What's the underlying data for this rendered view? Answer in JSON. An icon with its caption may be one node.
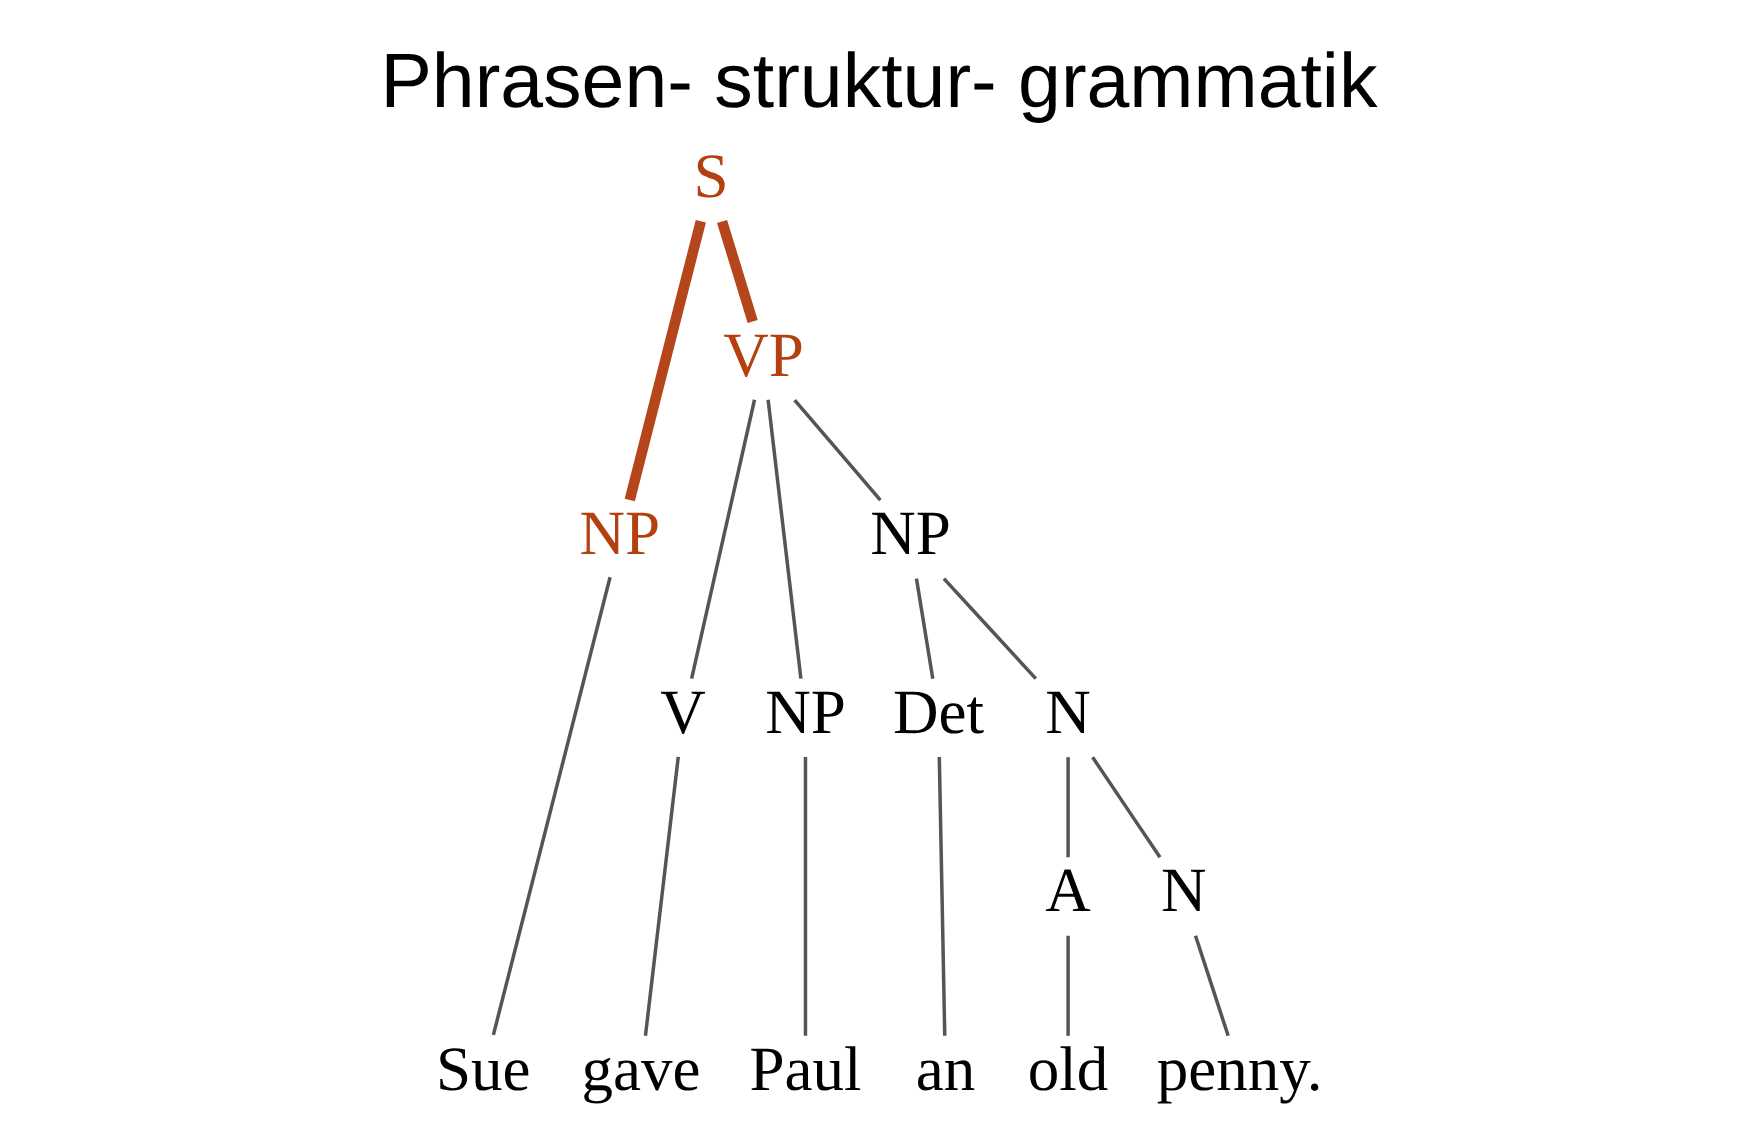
{
  "diagram": {
    "title": "Phrasen- struktur- grammatik",
    "nodes": [
      {
        "text": [
          "S"
        ]
      },
      {
        "text": [
          "VP"
        ]
      },
      {
        "text": [
          "NP"
        ]
      },
      {
        "text": [
          "NP"
        ]
      },
      {
        "text": [
          "V"
        ]
      },
      {
        "text": [
          "NP"
        ]
      },
      {
        "text": [
          "Det"
        ]
      },
      {
        "text": [
          "N"
        ]
      },
      {
        "text": [
          "A"
        ]
      },
      {
        "text": [
          "N"
        ]
      },
      {
        "text": [
          "Sue"
        ]
      },
      {
        "text": [
          "gave"
        ]
      },
      {
        "text": [
          "Paul"
        ]
      },
      {
        "text": [
          "an"
        ]
      },
      {
        "text": [
          "old"
        ]
      },
      {
        "text": [
          "penny."
        ]
      }
    ],
    "edges": [
      {
        "from": 0,
        "to": 2,
        "arrow": "none",
        "style": "thick",
        "color": "#b5451b"
      },
      {
        "from": 0,
        "to": 1,
        "arrow": "none",
        "style": "thick",
        "color": "#b5451b"
      },
      {
        "from": 1,
        "to": 4,
        "arrow": "none"
      },
      {
        "from": 1,
        "to": 5,
        "arrow": "none"
      },
      {
        "from": 1,
        "to": 3,
        "arrow": "none"
      },
      {
        "from": 3,
        "to": 6,
        "arrow": "none"
      },
      {
        "from": 3,
        "to": 7,
        "arrow": "none"
      },
      {
        "from": 7,
        "to": 8,
        "arrow": "none"
      },
      {
        "from": 7,
        "to": 9,
        "arrow": "none"
      },
      {
        "from": 2,
        "to": 10,
        "arrow": "none"
      },
      {
        "from": 4,
        "to": 11,
        "arrow": "none"
      },
      {
        "from": 5,
        "to": 12,
        "arrow": "none"
      },
      {
        "from": 6,
        "to": 13,
        "arrow": "none"
      },
      {
        "from": 8,
        "to": 14,
        "arrow": "none"
      },
      {
        "from": 9,
        "to": 15,
        "arrow": "none"
      }
    ]
  }
}
